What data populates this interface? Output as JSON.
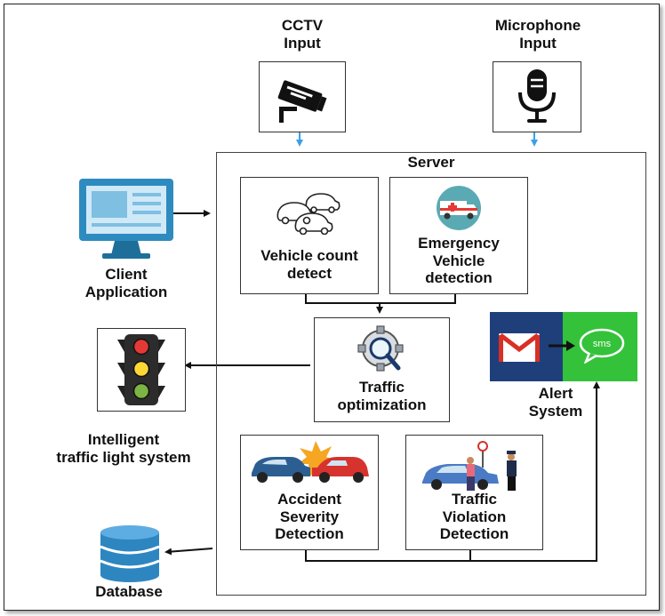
{
  "inputs": {
    "cctv": {
      "line1": "CCTV",
      "line2": "Input",
      "icon": "cctv-camera-icon"
    },
    "microphone": {
      "line1": "Microphone",
      "line2": "Input",
      "icon": "microphone-icon"
    }
  },
  "server": {
    "title": "Server"
  },
  "client": {
    "line1": "Client",
    "line2": "Application",
    "icon": "monitor-icon"
  },
  "traffic_light": {
    "line1": "Intelligent",
    "line2": "traffic light system",
    "icon": "traffic-light-icon"
  },
  "database": {
    "label": "Database",
    "icon": "database-icon"
  },
  "modules": {
    "vehicle_count": {
      "line1": "Vehicle count",
      "line2": "detect",
      "icon": "cars-icon"
    },
    "emergency": {
      "line1": "Emergency",
      "line2": "Vehicle",
      "line3": "detection",
      "icon": "ambulance-icon"
    },
    "optimization": {
      "line1": "Traffic",
      "line2": "optimization",
      "icon": "gear-magnifier-icon"
    },
    "accident": {
      "line1": "Accident",
      "line2": "Severity",
      "line3": "Detection",
      "icon": "car-crash-icon"
    },
    "violation": {
      "line1": "Traffic",
      "line2": "Violation",
      "line3": "Detection",
      "icon": "traffic-police-icon"
    }
  },
  "alert": {
    "line1": "Alert",
    "line2": "System",
    "sms_text": "sms",
    "icons": [
      "gmail-icon",
      "sms-icon"
    ]
  },
  "colors": {
    "arrow_blue": "#3aa0e8",
    "navy": "#1f3f7a",
    "sms_green": "#34c23a",
    "monitor_blue": "#2e8bbf"
  }
}
